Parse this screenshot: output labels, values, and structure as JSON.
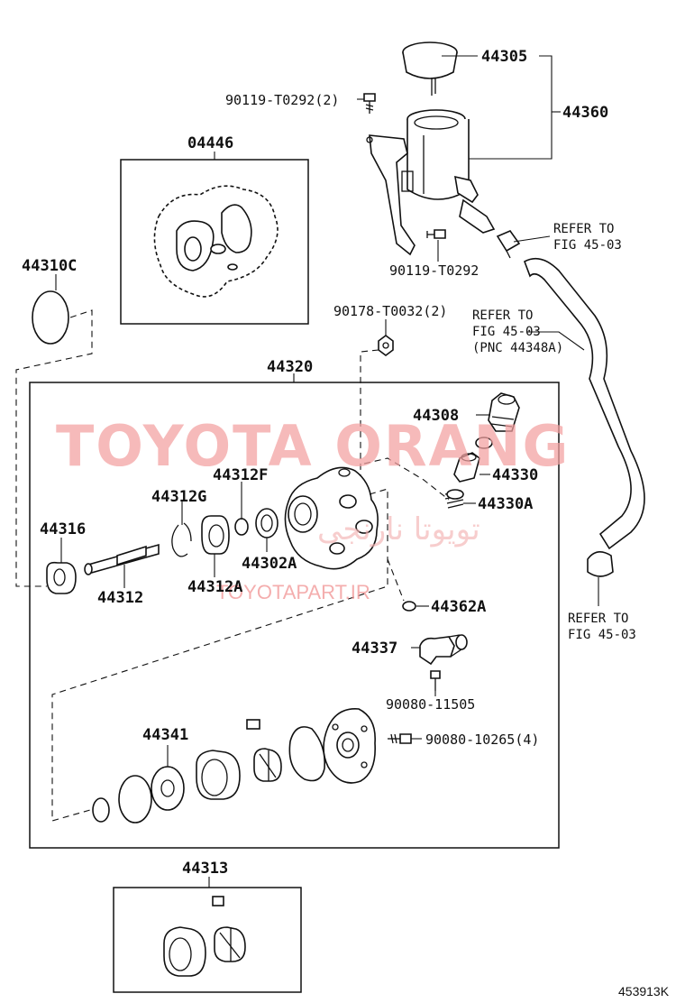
{
  "diagram_code": "453913K",
  "watermark": {
    "brand": "TOYOTA ORANG",
    "brand_fa": "تویوتا نارنجی",
    "url": "TOYOTAPART.IR"
  },
  "labels": {
    "p44305": "44305",
    "p44360": "44360",
    "p90119a": "90119-T0292(2)",
    "p90119b": "90119-T0292",
    "p04446": "04446",
    "p44310c": "44310C",
    "p90178": "90178-T0032(2)",
    "p44320": "44320",
    "p44308": "44308",
    "p44330": "44330",
    "p44330a": "44330A",
    "p44312f": "44312F",
    "p44312g": "44312G",
    "p44316": "44316",
    "p44312": "44312",
    "p44312a": "44312A",
    "p44302a": "44302A",
    "p44362a": "44362A",
    "p44337": "44337",
    "p90080a": "90080-11505",
    "p44341": "44341",
    "p90080b": "90080-10265(4)",
    "p44313": "44313"
  },
  "refs": {
    "r1": [
      "REFER TO",
      "FIG 45-03"
    ],
    "r2": [
      "REFER TO",
      "FIG 45-03",
      "(PNC 44348A)"
    ],
    "r3": [
      "REFER TO",
      "FIG 45-03"
    ]
  }
}
